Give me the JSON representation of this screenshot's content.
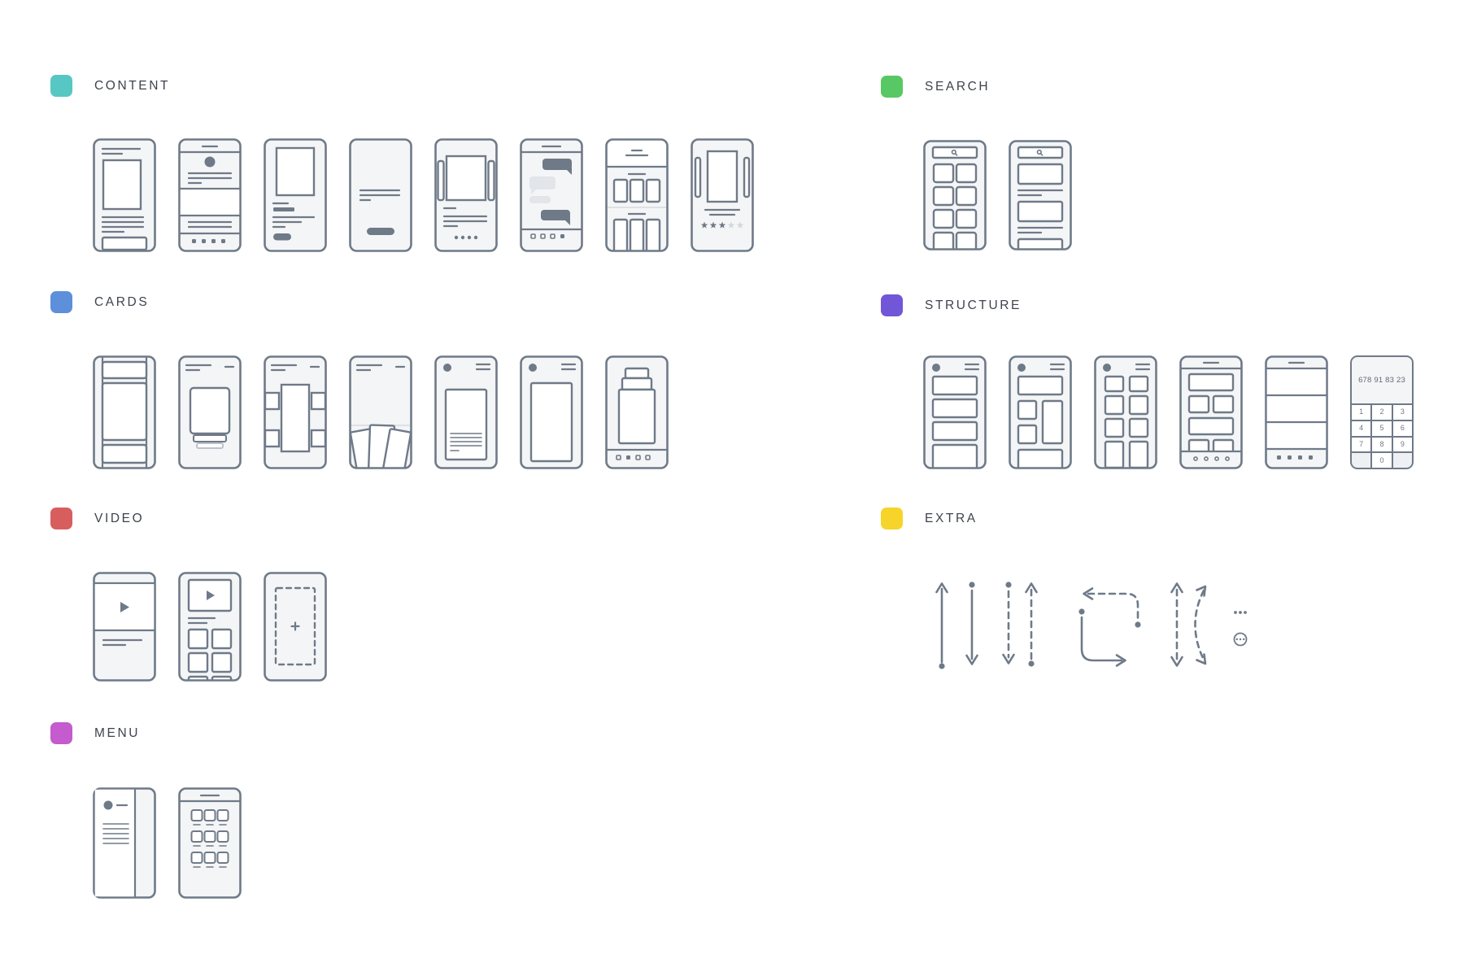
{
  "palette": {
    "stroke": "#6F7A88",
    "card_fill": "#F4F5F6",
    "light_fill": "#E2E5E9",
    "label_color": "#3E434C",
    "star_muted": "#D2D7DD"
  },
  "sections": {
    "content": {
      "label": "CONTENT",
      "color": "#57C7C3"
    },
    "cards": {
      "label": "CARDS",
      "color": "#5D8FDB"
    },
    "video": {
      "label": "VIDEO",
      "color": "#D85E5E"
    },
    "menu": {
      "label": "MENU",
      "color": "#C45BCE"
    },
    "search": {
      "label": "SEARCH",
      "color": "#57C864"
    },
    "structure": {
      "label": "STRUCTURE",
      "color": "#7156D8"
    },
    "extra": {
      "label": "EXTRA",
      "color": "#F6D42A"
    }
  },
  "calculator": {
    "display": "678 91 83 23",
    "keys": [
      "1",
      "2",
      "3",
      "4",
      "5",
      "6",
      "7",
      "8",
      "9"
    ],
    "zero": "0"
  }
}
